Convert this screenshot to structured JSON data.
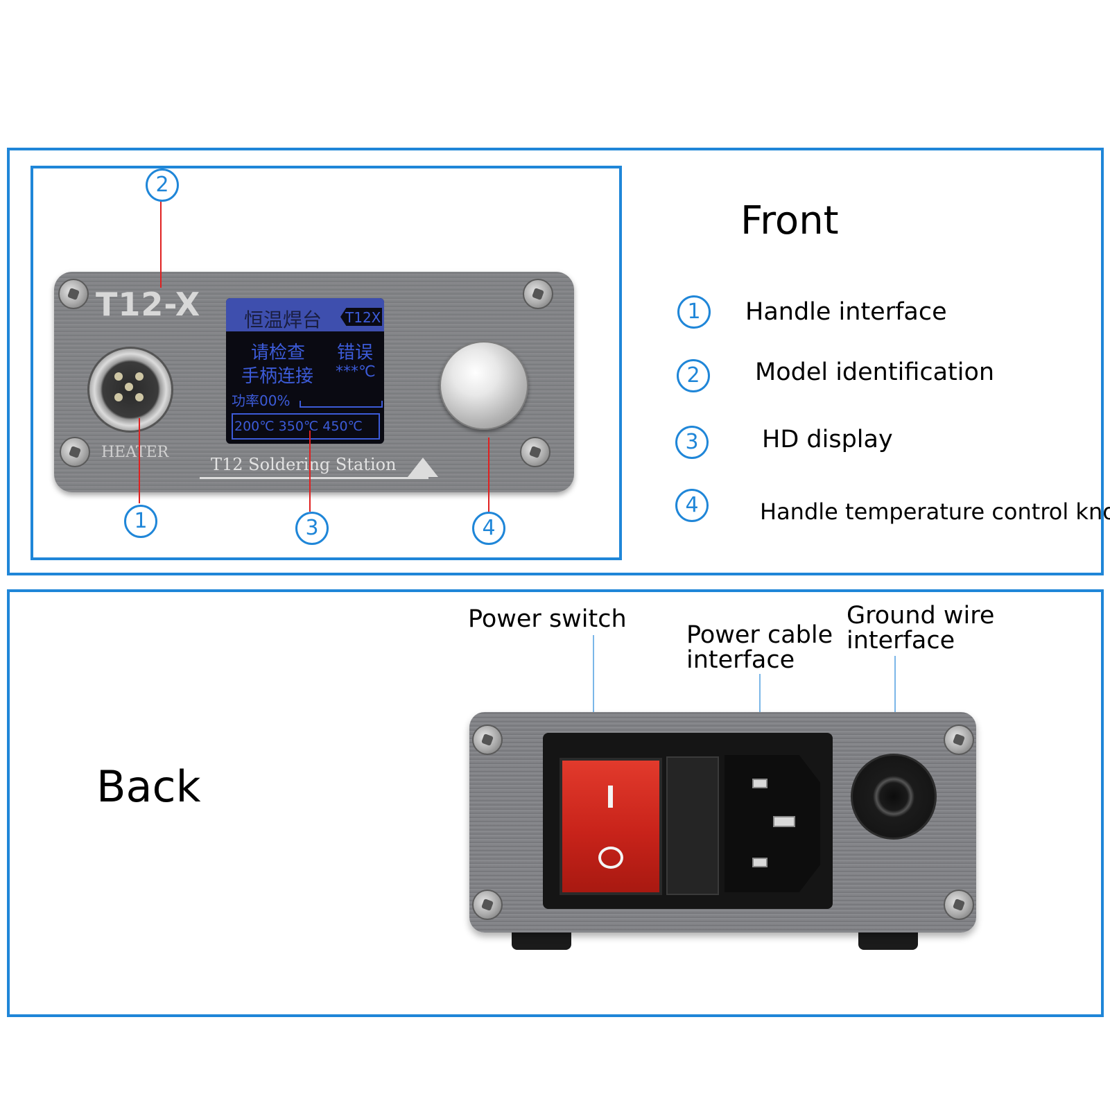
{
  "front": {
    "title": "Front",
    "device": {
      "model": "T12-X",
      "connector_label": "HEATER",
      "brand_label": "T12 Soldering Station",
      "lcd": {
        "header": "恒温焊台",
        "tag": "T12X",
        "line1_left": "请检查",
        "line1_right": "错误",
        "line2_left": "手柄连接",
        "line2_right": "***℃",
        "power": "功率00%",
        "presets": "200℃ 350℃ 450℃"
      }
    },
    "callouts": [
      "1",
      "2",
      "3",
      "4"
    ],
    "legend": [
      {
        "num": "1",
        "label": "Handle interface"
      },
      {
        "num": "2",
        "label": "Model identification"
      },
      {
        "num": "3",
        "label": "HD display"
      },
      {
        "num": "4",
        "label": "Handle temperature control knob"
      }
    ]
  },
  "back": {
    "title": "Back",
    "labels": {
      "power_switch": "Power switch",
      "power_cable_line1": "Power cable",
      "power_cable_line2": "interface",
      "ground_line1": "Ground wire",
      "ground_line2": "interface"
    }
  },
  "colors": {
    "frame": "#1f86d8",
    "leader": "#e02020",
    "lcd_text": "#3c5bd8",
    "rocker": "#d42a1e"
  }
}
